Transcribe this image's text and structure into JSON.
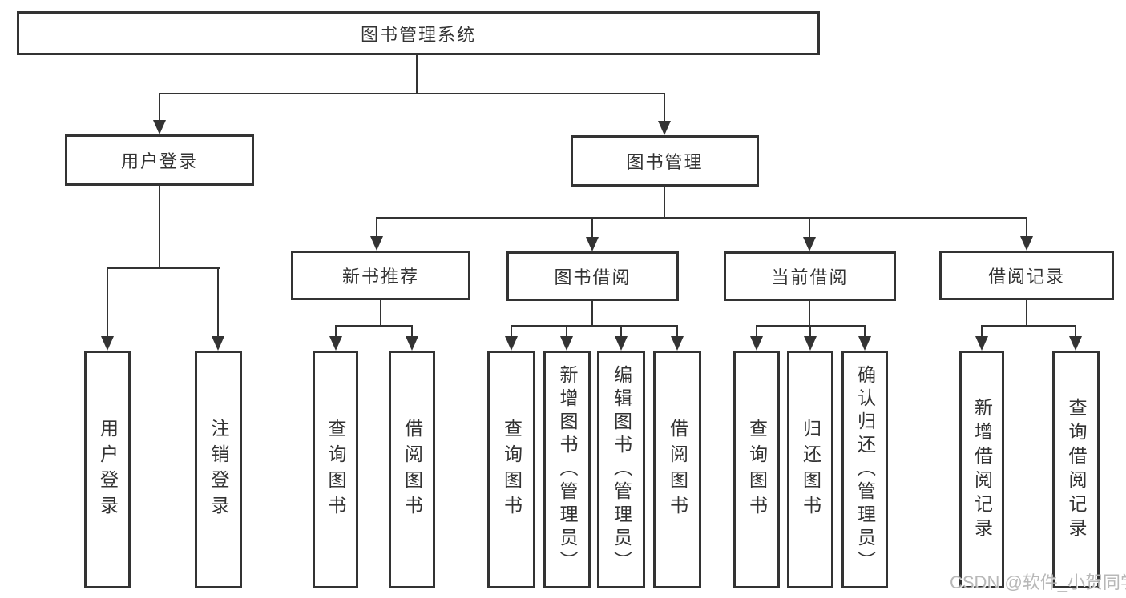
{
  "nodes": {
    "root": "图书管理系统",
    "user_login": "用户登录",
    "book_mgmt": "图书管理",
    "new_book": "新书推荐",
    "book_borrow": "图书借阅",
    "current_borrow": "当前借阅",
    "borrow_record": "借阅记录",
    "user_login_leaf": "用户登录",
    "logout_leaf": "注销登录",
    "new_book_query": "查询图书",
    "new_book_borrow": "借阅图书",
    "borrow_query": "查询图书",
    "borrow_add": "新增图书（管理员）",
    "borrow_edit": "编辑图书（管理员）",
    "borrow_borrow": "借阅图书",
    "current_query": "查询图书",
    "current_return": "归还图书",
    "current_confirm": "确认归还（管理员）",
    "record_add": "新增借阅记录",
    "record_query": "查询借阅记录"
  },
  "watermark": "CSDN @软件_小贺同学",
  "colors": {
    "line": "#333333",
    "text": "#333333",
    "watermark": "#acacac"
  }
}
